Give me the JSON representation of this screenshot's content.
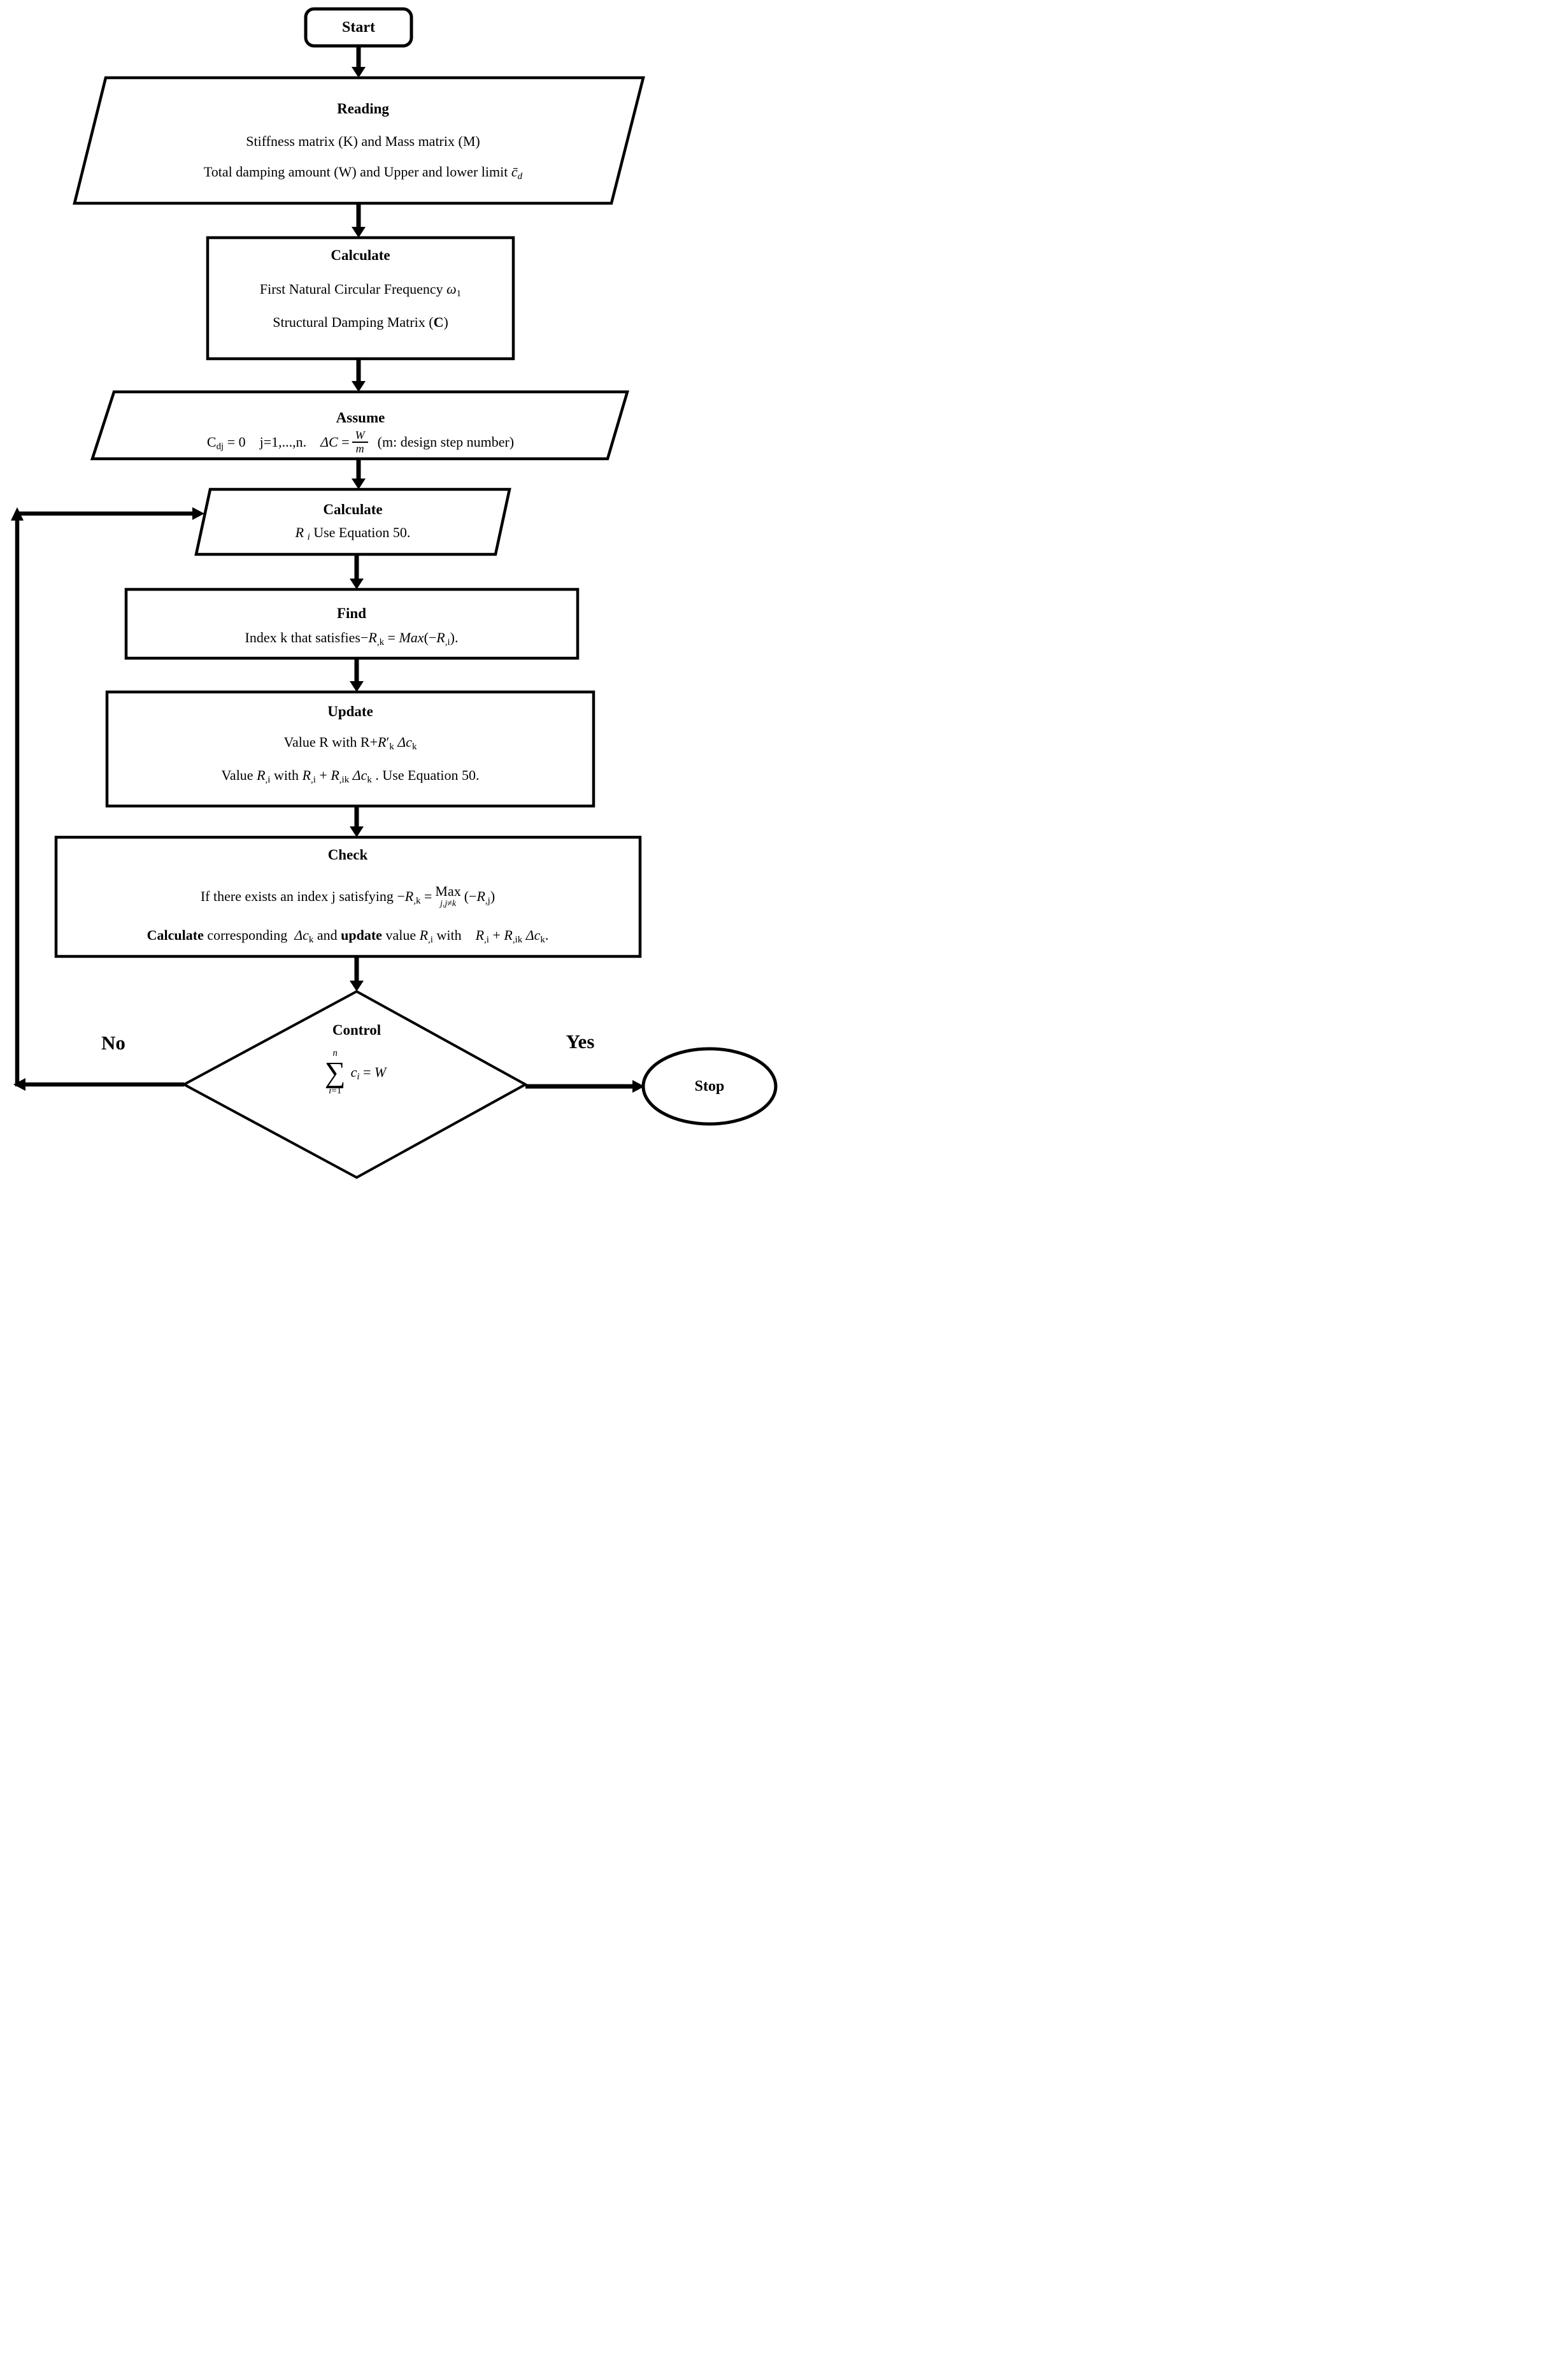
{
  "palette": {
    "ink": "#000000",
    "paper": "#ffffff"
  },
  "nodes": {
    "start": {
      "shape": "rounded-rect",
      "label": "Start"
    },
    "reading": {
      "shape": "parallelogram",
      "title": "Reading",
      "line1": "Stiffness matrix (K) and Mass matrix (M)",
      "line2": "Total damping amount (W) and Upper and lower limit *c̄*_{*d*}"
    },
    "calculate1": {
      "shape": "rect",
      "title": "Calculate",
      "line1": "First Natural Circular Frequency *ω*_{1}",
      "line2": "Structural Damping Matrix (**C**)"
    },
    "assume": {
      "shape": "parallelogram",
      "title": "Assume",
      "eq_left": "C_{dj} = 0    j=1,...,n.    *ΔC* =",
      "frac_num": "W",
      "frac_den": "m",
      "eq_right": "  (m: design step number)"
    },
    "calculate2": {
      "shape": "parallelogram",
      "title": "Calculate",
      "line1": "*R* _{*i*} Use Equation 50."
    },
    "find": {
      "shape": "rect",
      "title": "Find",
      "line1": "Index k that satisfies−*R*_{,k} = *Max*(−*R*_{,i})."
    },
    "update": {
      "shape": "rect",
      "title": "Update",
      "line1": "Value R with R+*R*′_{k} *Δc*_{k}",
      "line2": "Value *R*_{,i} with *R*_{,i} + *R*_{,ik} *Δc*_{k} . Use Equation 50."
    },
    "check": {
      "shape": "rect",
      "title": "Check",
      "line1_left": "If there exists an index j satisfying −*R*_{,k} =",
      "max_word": "Max",
      "max_under": "*j*,*j*≠*k*",
      "line1_right": "(−*R*_{,j})",
      "line2": "**Calculate** corresponding  *Δc*_{k} and **update** value *R*_{,i} with    *R*_{,i} + *R*_{,ik} *Δc*_{k}."
    },
    "control": {
      "shape": "diamond",
      "title": "Control",
      "sum_upper": "*n*",
      "sigma": "∑",
      "sum_lower": "*i*=1",
      "sum_rhs": "*c*_{*i*} = *W*"
    },
    "stop": {
      "shape": "ellipse",
      "label": "Stop"
    }
  },
  "edges": {
    "no_label": "No",
    "yes_label": "Yes"
  }
}
